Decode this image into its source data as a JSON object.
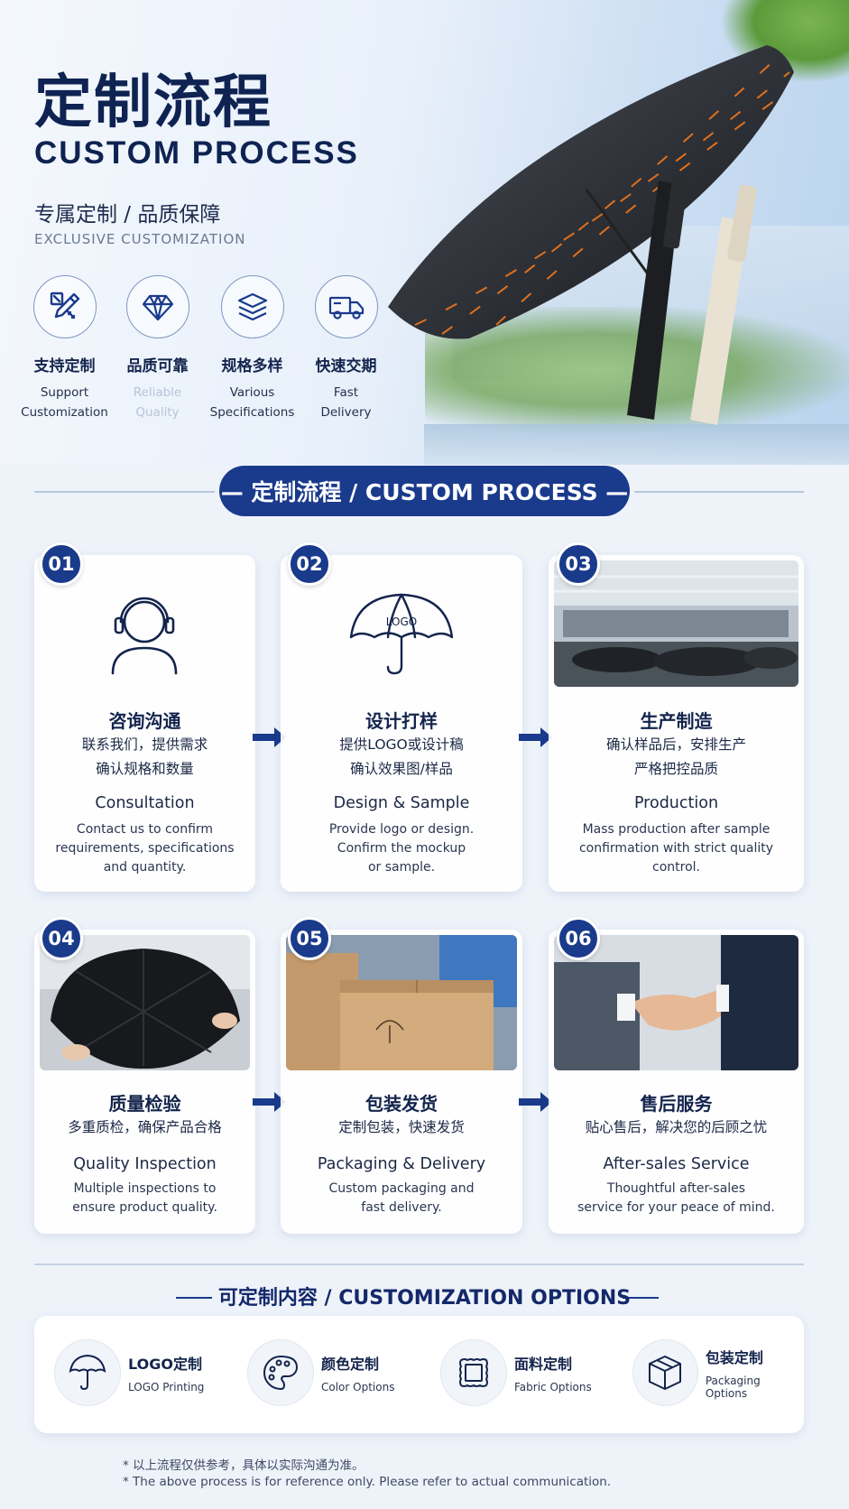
{
  "hero": {
    "title_cn": "定制流程",
    "title_en": "CUSTOM PROCESS",
    "tagline_cn": "专属定制 / 品质保障",
    "tagline_en": "EXCLUSIVE CUSTOMIZATION",
    "features": [
      {
        "icon": "pencil-ruler-icon",
        "cn": "支持定制",
        "en1": "Support",
        "en2": "Customization"
      },
      {
        "icon": "diamond-icon",
        "cn": "品质可靠",
        "en1": "Reliable",
        "en2": "Quality"
      },
      {
        "icon": "layers-icon",
        "cn": "规格多样",
        "en1": "Various",
        "en2": "Specifications"
      },
      {
        "icon": "truck-icon",
        "cn": "快速交期",
        "en1": "Fast",
        "en2": "Delivery"
      }
    ]
  },
  "banner": {
    "label": "— 定制流程 / CUSTOM PROCESS —"
  },
  "steps": [
    {
      "num": "01",
      "cn": "咨询沟通",
      "desc1": "联系我们，提供需求",
      "desc2": "确认规格和数量",
      "en": "Consultation",
      "en_desc1": "Contact us to confirm",
      "en_desc2": "requirements, specifications",
      "en_desc3": "and quantity."
    },
    {
      "num": "02",
      "cn": "设计打样",
      "desc1": "提供LOGO或设计稿",
      "desc2": "确认效果图/样品",
      "en": "Design & Sample",
      "en_desc1": "Provide logo or design.",
      "en_desc2": "Confirm the mockup",
      "en_desc3": "or sample.",
      "logo_text": "LOGO"
    },
    {
      "num": "03",
      "cn": "生产制造",
      "desc1": "确认样品后，安排生产",
      "desc2": "严格把控品质",
      "en": "Production",
      "en_desc1": "Mass production after sample",
      "en_desc2": "confirmation with strict quality",
      "en_desc3": "control."
    },
    {
      "num": "04",
      "cn": "质量检验",
      "desc1": "多重质检，确保产品合格",
      "en": "Quality Inspection",
      "en_desc1": "Multiple inspections to",
      "en_desc2": "ensure product quality."
    },
    {
      "num": "05",
      "cn": "包装发货",
      "desc1": "定制包装，快速发货",
      "en": "Packaging & Delivery",
      "en_desc1": "Custom packaging and",
      "en_desc2": "fast delivery."
    },
    {
      "num": "06",
      "cn": "售后服务",
      "desc1": "贴心售后，解决您的后顾之忧",
      "en": "After-sales Service",
      "en_desc1": "Thoughtful after-sales",
      "en_desc2": "service for your peace of mind."
    }
  ],
  "options": {
    "title": "可定制内容 / CUSTOMIZATION OPTIONS",
    "items": [
      {
        "icon": "umbrella-icon",
        "cn": "LOGO定制",
        "en": "LOGO Printing"
      },
      {
        "icon": "palette-icon",
        "cn": "颜色定制",
        "en": "Color Options"
      },
      {
        "icon": "fabric-icon",
        "cn": "面料定制",
        "en": "Fabric Options"
      },
      {
        "icon": "box-icon",
        "cn": "包装定制",
        "en": "Packaging Options"
      }
    ]
  },
  "notes": {
    "cn": "* 以上流程仅供参考，具体以实际沟通为准。",
    "en": "* The above process is for reference only. Please refer to actual communication."
  },
  "colors": {
    "navy": "#1a3a8c",
    "dark_text": "#13244c",
    "accent_orange": "#e0701f"
  }
}
